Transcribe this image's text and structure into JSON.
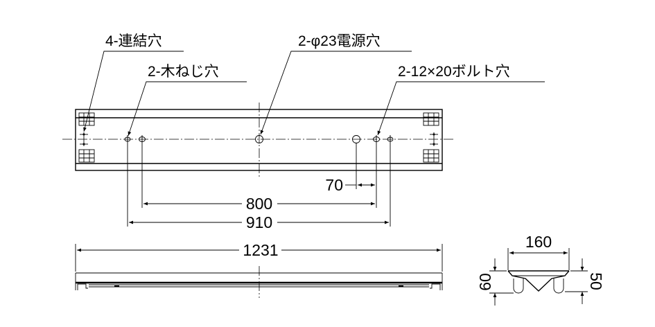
{
  "labels": {
    "connection_holes": "4-連結穴",
    "wood_screw_holes": "2-木ねじ穴",
    "power_holes": "2-φ23電源穴",
    "bolt_holes": "2-12×20ボルト穴"
  },
  "dimensions": {
    "pitch_small": "70",
    "pitch_800": "800",
    "pitch_910": "910",
    "overall_length": "1231",
    "width": "160",
    "height_left": "60",
    "height_right": "50"
  }
}
